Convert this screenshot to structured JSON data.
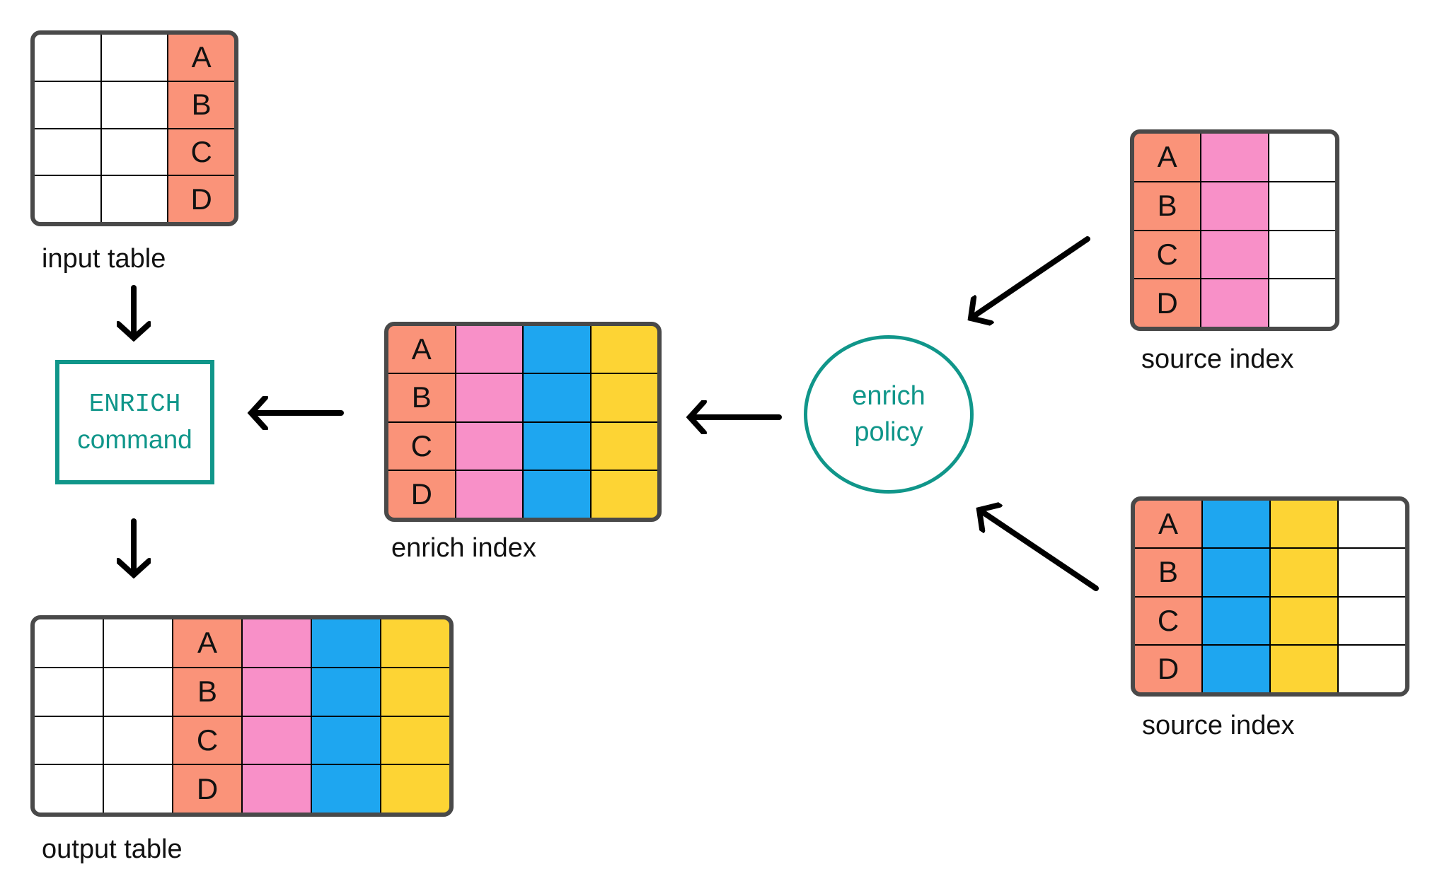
{
  "colors": {
    "background": "#FFFFFF",
    "salmon": "#FA9379",
    "pink": "#F890C8",
    "blue": "#1EA6F0",
    "yellow": "#FDD434",
    "white": "#FFFFFF",
    "teal": "#10968A",
    "table_border": "#494949",
    "grid_line": "#000000",
    "arrow": "#000000",
    "text": "#111111"
  },
  "tables": {
    "input": {
      "label": "input table",
      "letters": [
        "A",
        "B",
        "C",
        "D"
      ],
      "letter_column": 2,
      "columns": [
        "white",
        "white",
        "salmon"
      ]
    },
    "enrich_index": {
      "label": "enrich index",
      "letters": [
        "A",
        "B",
        "C",
        "D"
      ],
      "letter_column": 0,
      "columns": [
        "salmon",
        "pink",
        "blue",
        "yellow"
      ]
    },
    "source_top": {
      "label": "source index",
      "letters": [
        "A",
        "B",
        "C",
        "D"
      ],
      "letter_column": 0,
      "columns": [
        "salmon",
        "pink",
        "white"
      ]
    },
    "source_bottom": {
      "label": "source index",
      "letters": [
        "A",
        "B",
        "C",
        "D"
      ],
      "letter_column": 0,
      "columns": [
        "salmon",
        "blue",
        "yellow",
        "white"
      ]
    },
    "output": {
      "label": "output table",
      "letters": [
        "A",
        "B",
        "C",
        "D"
      ],
      "letter_column": 2,
      "columns": [
        "white",
        "white",
        "salmon",
        "pink",
        "blue",
        "yellow"
      ]
    }
  },
  "nodes": {
    "enrich_command": {
      "line1": "ENRICH",
      "line2": "command"
    },
    "enrich_policy": {
      "line1": "enrich",
      "line2": "policy"
    }
  },
  "connections": [
    {
      "from": "input table",
      "to": "ENRICH command"
    },
    {
      "from": "enrich index",
      "to": "ENRICH command"
    },
    {
      "from": "ENRICH command",
      "to": "output table"
    },
    {
      "from": "enrich policy",
      "to": "enrich index"
    },
    {
      "from": "source index (top)",
      "to": "enrich policy"
    },
    {
      "from": "source index (bottom)",
      "to": "enrich policy"
    }
  ]
}
